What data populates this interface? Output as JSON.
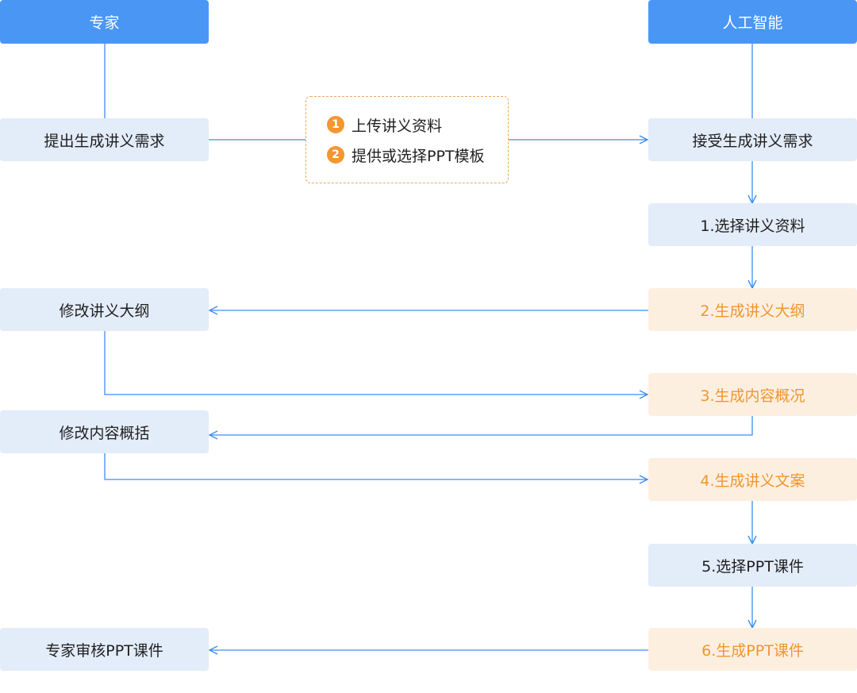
{
  "lanes": {
    "expert": "专家",
    "ai": "人工智能"
  },
  "expert_steps": {
    "request": "提出生成讲义需求",
    "edit_outline": "修改讲义大纲",
    "edit_summary": "修改内容概括",
    "review": "专家审核PPT课件"
  },
  "ai_steps": {
    "accept": "接受生成讲义需求",
    "s1": "1.选择讲义资料",
    "s2": "2.生成讲义大纲",
    "s3": "3.生成内容概况",
    "s4": "4.生成讲义文案",
    "s5": "5.选择PPT课件",
    "s6": "6.生成PPT课件"
  },
  "note": {
    "items": [
      {
        "num": "1",
        "text": "上传讲义资料"
      },
      {
        "num": "2",
        "text": "提供或选择PPT模板"
      }
    ]
  },
  "colors": {
    "header_blue": "#4a96f5",
    "connector_blue": "#3d8ef0",
    "step_blue_bg": "#e3ecf9",
    "step_orange_bg": "#fdefe0",
    "step_orange_text": "#f0962e",
    "badge_orange": "#f5962f"
  }
}
